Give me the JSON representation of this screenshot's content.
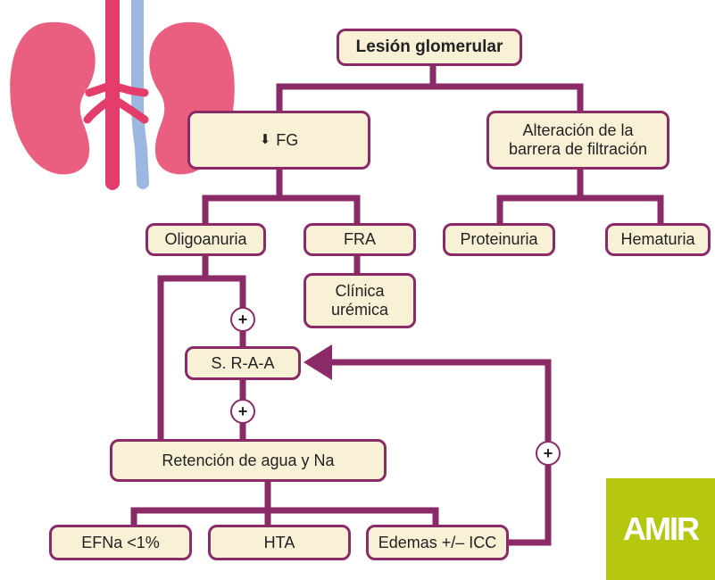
{
  "colors": {
    "line": "#8a2a66",
    "box_fill": "#f8f1d6",
    "kidney": "#ea5f80",
    "artery": "#e33d6b",
    "vein": "#9db8e0",
    "logo_bg": "#b6c70f"
  },
  "nodes": {
    "lesion": "Lesión glomerular",
    "fg_arrow": "⬇",
    "fg": "FG",
    "barrier_line1": "Alteración de la",
    "barrier_line2": "barrera de filtración",
    "oligoanuria": "Oligoanuria",
    "fra": "FRA",
    "proteinuria": "Proteinuria",
    "hematuria": "Hematuria",
    "clinica_line1": "Clínica",
    "clinica_line2": "urémica",
    "sraa": "S. R-A-A",
    "retencion": "Retención de agua y Na",
    "efna": "EFNa <1%",
    "hta": "HTA",
    "edemas": "Edemas +/– ICC"
  },
  "signs": {
    "plus1": "+",
    "plus2": "+",
    "plus3": "+"
  },
  "logo": {
    "text": "AMIR"
  },
  "icons": {
    "kidneys": "kidneys-illustration-icon"
  }
}
